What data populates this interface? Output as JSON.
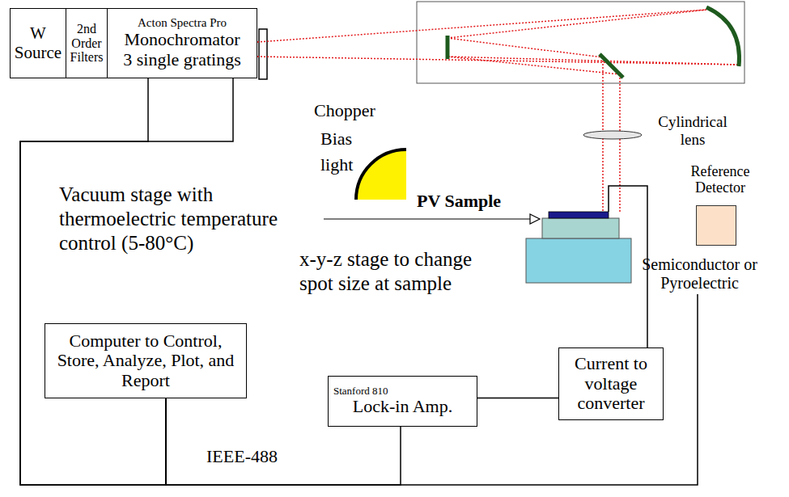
{
  "diagram": {
    "nodes": [
      {
        "text": [
          "W Source"
        ]
      },
      {
        "text": [
          "2nd Order Filters"
        ]
      },
      {
        "text": [
          "Acton Spectra Pro",
          "Monochromator 3 single gratings"
        ]
      },
      {
        "text": [
          "Reference Detector",
          "Semiconductor or Pyroelectric"
        ]
      },
      {
        "text": [
          "Computer to Control, Store, Analyze, Plot, and Report"
        ]
      },
      {
        "text": [
          "Stanford 810",
          "Lock-in Amp."
        ]
      },
      {
        "text": [
          "Current to voltage converter"
        ]
      }
    ],
    "edges": [
      {
        "from": 2,
        "to": 4,
        "arrow": "none"
      },
      {
        "from": 2,
        "to": 4,
        "arrow": "none"
      },
      {
        "from": 5,
        "to": 4,
        "arrow": "none"
      },
      {
        "from": 3,
        "to": 4,
        "arrow": "none"
      },
      {
        "from": 6,
        "to": 5,
        "arrow": "none"
      }
    ],
    "labels": [
      "Chopper",
      "Cylindrical lens",
      "Bias light",
      "Vacuum stage with thermoelectric temperature control (5-80°C)",
      "PV Sample",
      "x-y-z stage to change spot size at sample",
      "IEEE-488"
    ]
  }
}
